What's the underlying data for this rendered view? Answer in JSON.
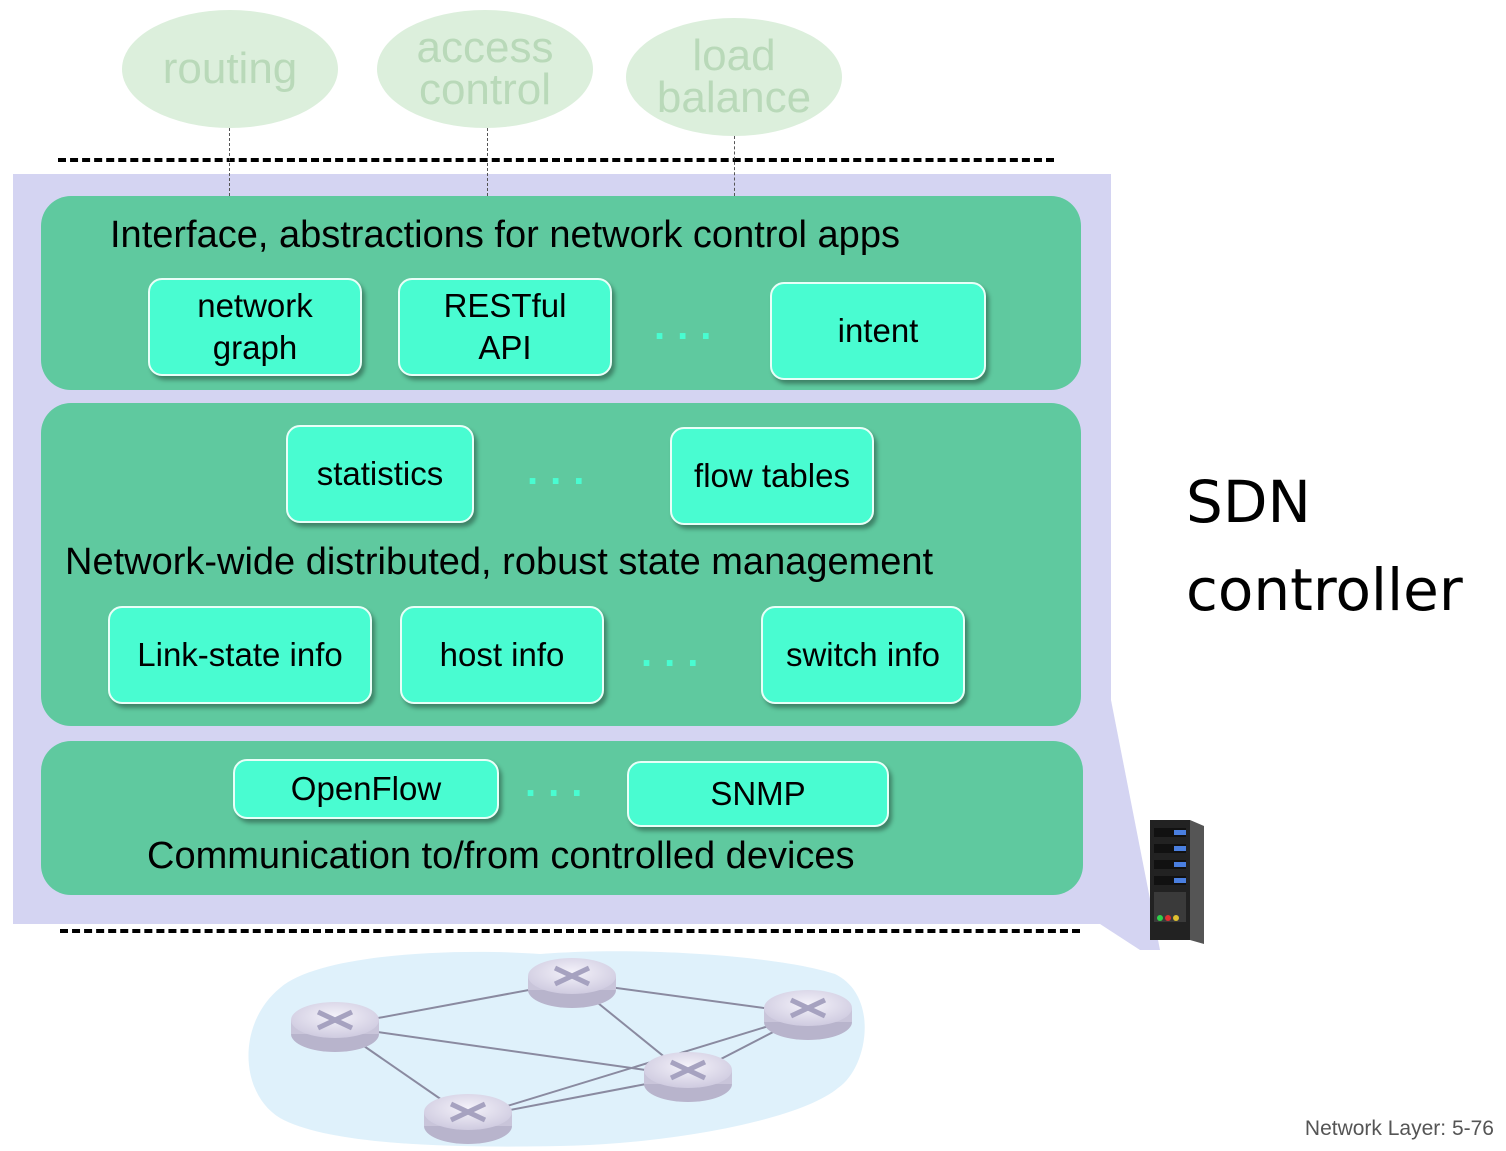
{
  "apps": [
    {
      "id": "routing",
      "label": "routing"
    },
    {
      "id": "access-control",
      "label": "access\ncontrol"
    },
    {
      "id": "load-balance",
      "label": "load\nbalance"
    }
  ],
  "layers": {
    "interface": {
      "title": "Interface, abstractions for network control apps",
      "boxes": [
        "network\ngraph",
        "RESTful\nAPI",
        "intent"
      ],
      "ellipsis": "..."
    },
    "state": {
      "title": "Network-wide distributed, robust  state management",
      "top_boxes": [
        "statistics",
        "flow tables"
      ],
      "bottom_boxes": [
        "Link-state info",
        "host info",
        "switch info"
      ],
      "ellipsis": "..."
    },
    "comm": {
      "title": "Communication to/from controlled devices",
      "boxes": [
        "OpenFlow",
        "SNMP"
      ],
      "ellipsis": "..."
    }
  },
  "controller_label": "SDN\ncontroller",
  "footer": "Network Layer: 5-76",
  "colors": {
    "panel": "#d4d4f2",
    "layer": "#5fc99f",
    "box": "#49fcd1",
    "app_oval": "#dcefdc",
    "cloud": "#dff1fb"
  }
}
